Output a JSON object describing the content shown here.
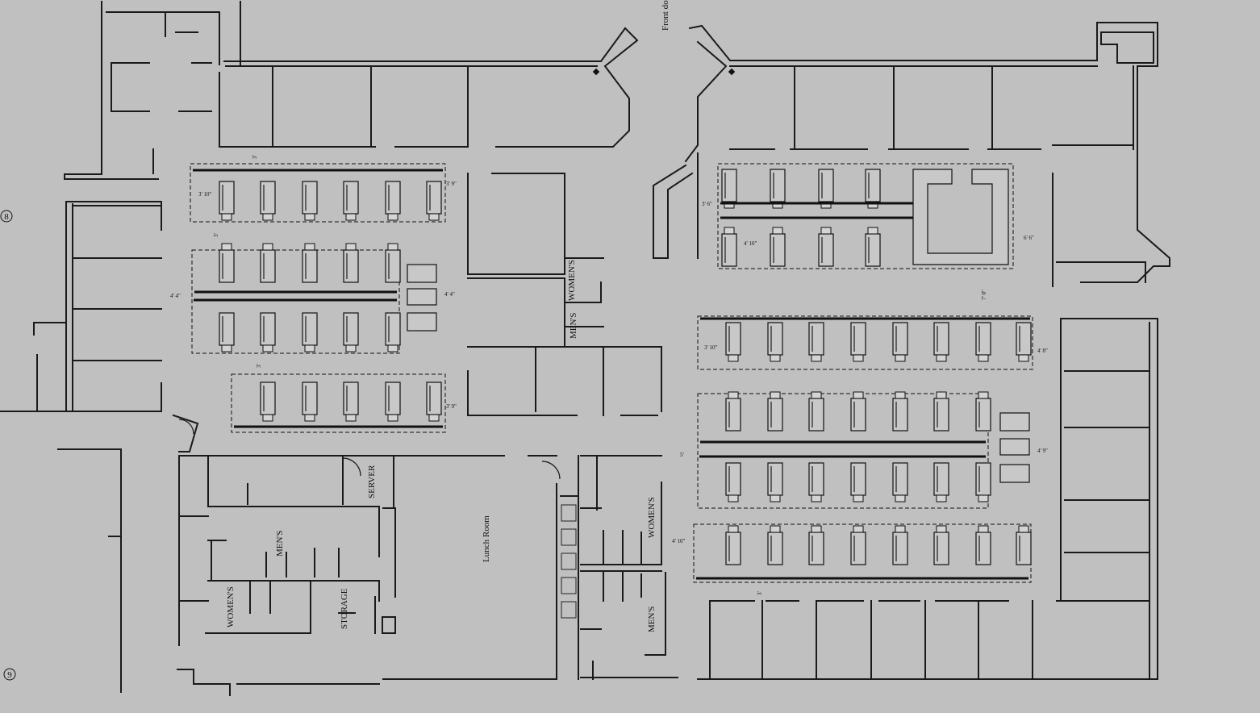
{
  "plan": {
    "background": "#c0c0c0",
    "line_color": "#1a1a1a",
    "rooms": {
      "front_door": "Front do",
      "womens_1": "WOMEN'S",
      "mens_1": "MEN'S",
      "server": "SERVER",
      "mens_2": "MEN'S",
      "womens_2": "WOMEN'S",
      "storage": "STORAGE",
      "lunch_room": "Lunch Room",
      "womens_3": "WOMEN'S",
      "mens_3": "MEN'S"
    },
    "grid_tags": {
      "tag_8": "8",
      "tag_9": "9"
    },
    "dimensions": {
      "d_3_10_a": "3' 10\"",
      "d_3_9_a": "3' 9\"",
      "d_4_4_a": "4' 4\"",
      "d_4_4_b": "4' 4\"",
      "d_3_9_b": "3' 9\"",
      "d_3_a": "3'",
      "d_3_b": "3'",
      "d_3_c": "3'",
      "d_3_6": "3' 6\"",
      "d_4_10_a": "4' 10\"",
      "d_6_6": "6' 6\"",
      "d_7_0": "7' 0\"",
      "d_3_10_b": "3' 10\"",
      "d_4_8": "4' 8\"",
      "d_4_9": "4' 9\"",
      "d_5": "5'",
      "d_4_10_b": "4' 10\"",
      "d_3_d": "3'"
    }
  }
}
